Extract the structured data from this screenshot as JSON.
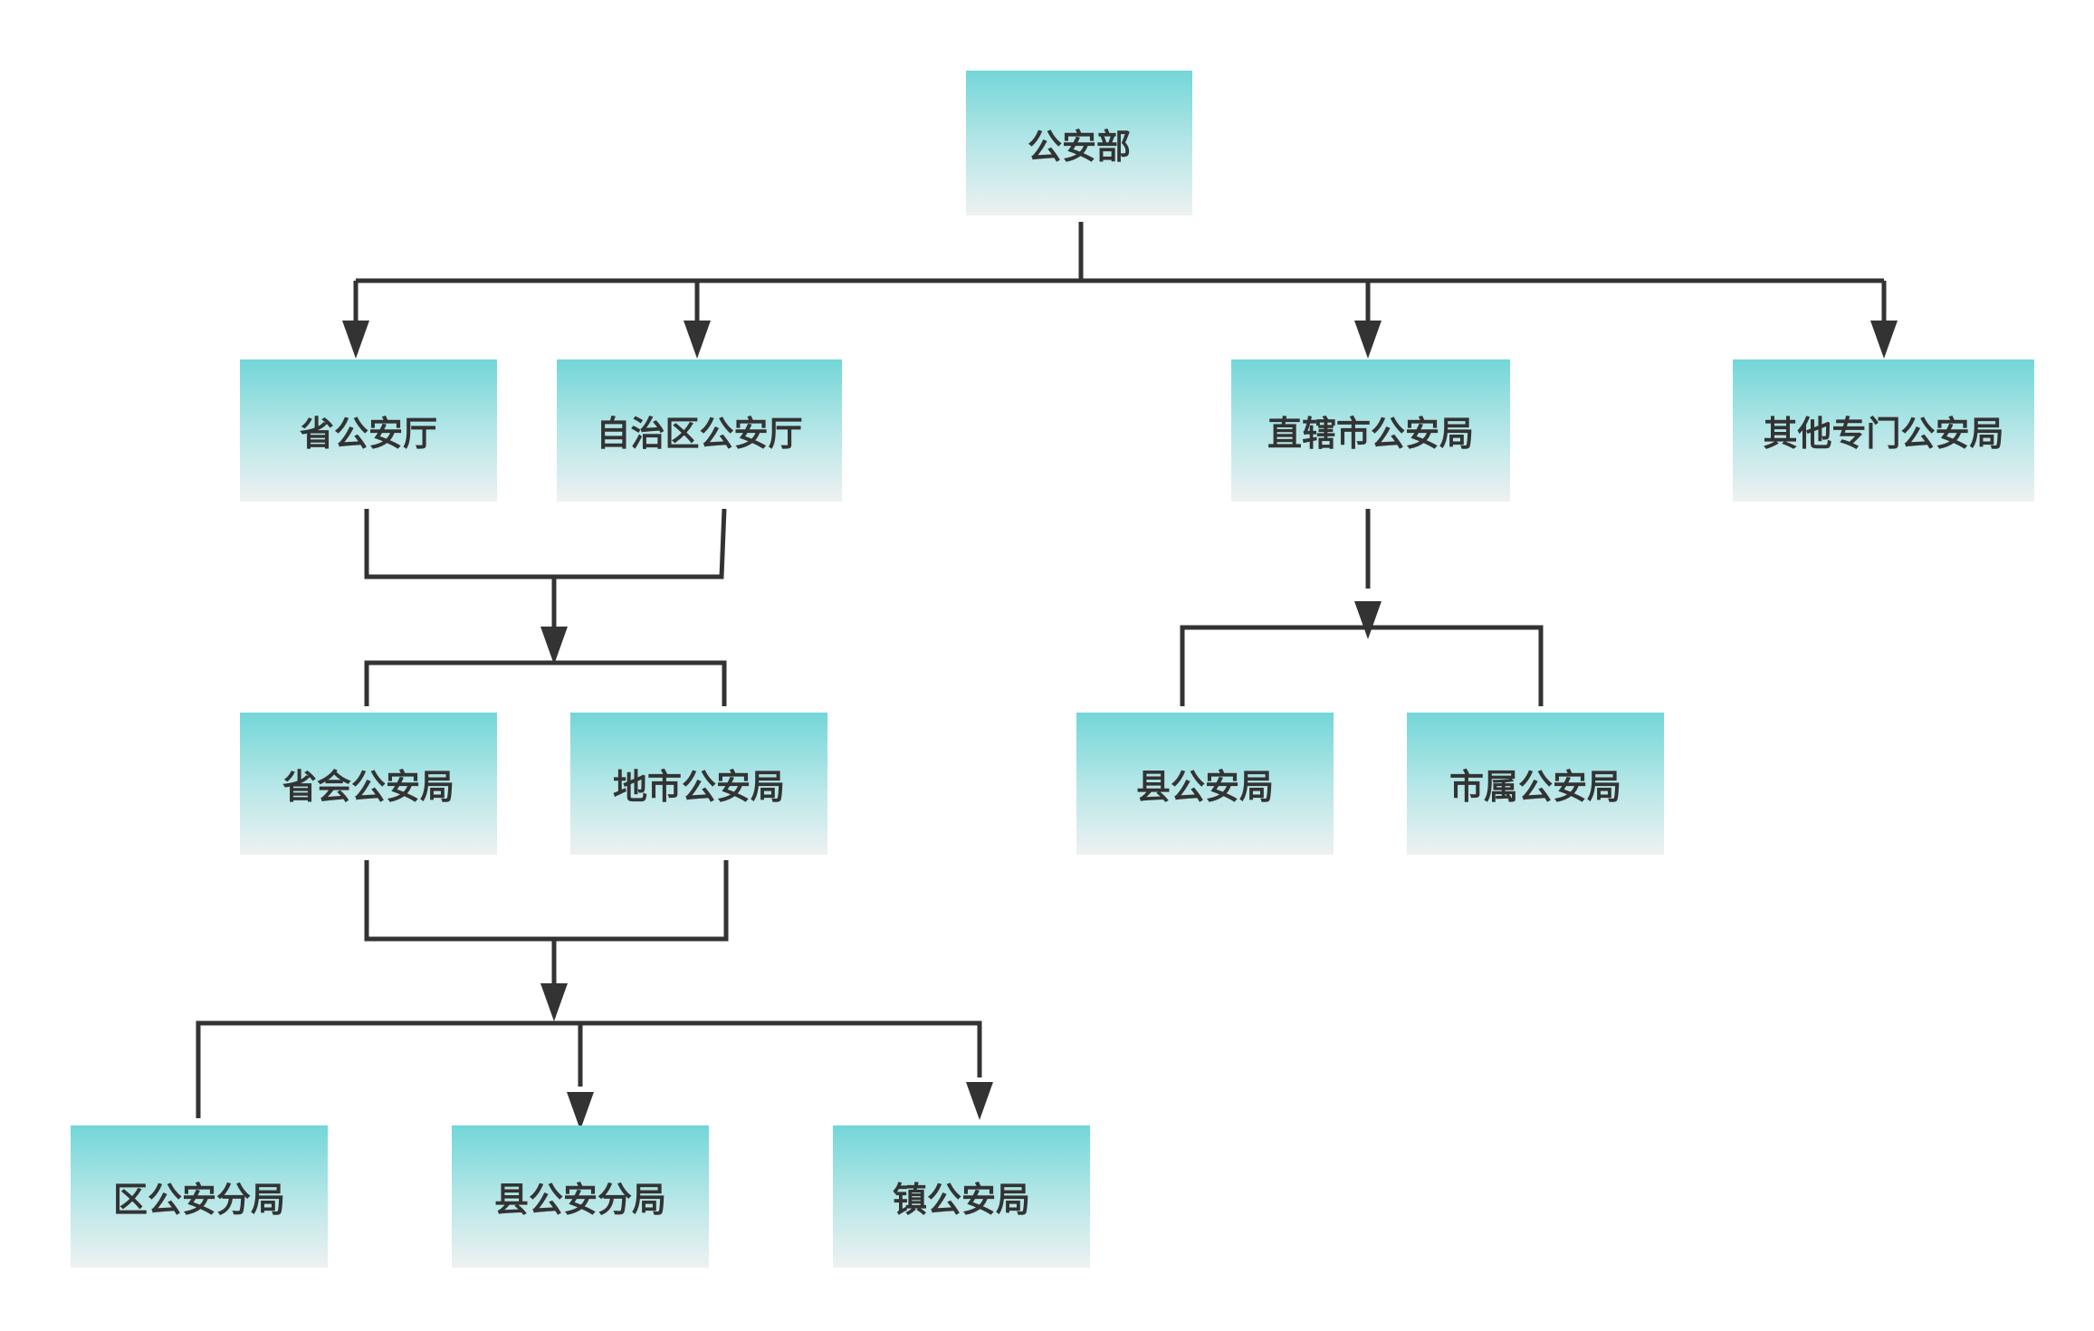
{
  "diagram": {
    "type": "org-chart",
    "colors": {
      "node_top": "#73d6d8",
      "node_bottom": "#eef1f1",
      "line": "#333333",
      "text": "#333333"
    },
    "nodes": {
      "root": "公安部",
      "province_dept": "省公安厅",
      "autonomous_dept": "自治区公安厅",
      "municipality_bureau": "直辖市公安局",
      "special_bureau": "其他专门公安局",
      "capital_bureau": "省会公安局",
      "prefecture_bureau": "地市公安局",
      "county_bureau": "县公安局",
      "city_subordinate_bureau": "市属公安局",
      "district_branch": "区公安分局",
      "county_branch": "县公安分局",
      "town_bureau": "镇公安局"
    }
  }
}
